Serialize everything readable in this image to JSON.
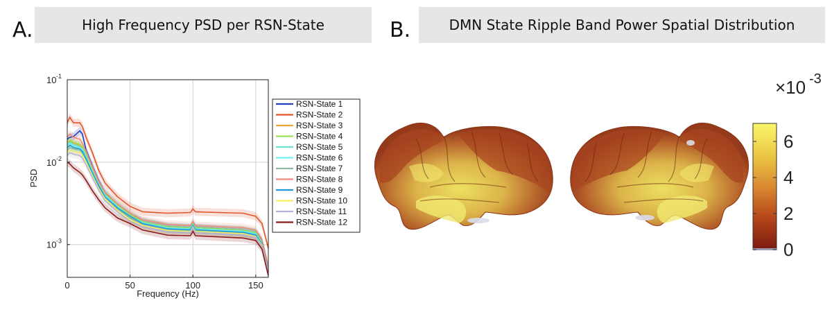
{
  "panels": {
    "a": {
      "letter": "A.",
      "title": "High Frequency PSD per RSN-State"
    },
    "b": {
      "letter": "B.",
      "title": "DMN State Ripple Band Power Spatial Distribution"
    }
  },
  "chart_data": [
    {
      "type": "line",
      "title": "High Frequency PSD per RSN-State",
      "xlabel": "Frequency (Hz)",
      "ylabel": "PSD",
      "xlim": [
        0,
        160
      ],
      "ylim": [
        0.0004,
        0.1
      ],
      "yscale": "log",
      "grid": true,
      "legend": "right, outside",
      "xticks": [
        0,
        50,
        100,
        150
      ],
      "xtick_labels": [
        "0",
        "50",
        "100",
        "150"
      ],
      "yticks": [
        0.001,
        0.01,
        0.1
      ],
      "ytick_labels": [
        {
          "base": "10",
          "exp": "-3"
        },
        {
          "base": "10",
          "exp": "-2"
        },
        {
          "base": "10",
          "exp": "-1"
        }
      ],
      "x": [
        0,
        2,
        5,
        10,
        12,
        15,
        20,
        25,
        30,
        40,
        50,
        60,
        80,
        98,
        100,
        102,
        120,
        140,
        150,
        155,
        160
      ],
      "series": [
        {
          "name": "RSN-State 1",
          "color": "#1f3fbf",
          "values": [
            0.019,
            0.02,
            0.0205,
            0.024,
            0.022,
            0.014,
            0.009,
            0.006,
            0.0043,
            0.003,
            0.0023,
            0.0019,
            0.00165,
            0.0016,
            0.0018,
            0.0016,
            0.00155,
            0.0015,
            0.0014,
            0.0011,
            0.0005
          ]
        },
        {
          "name": "RSN-State 2",
          "color": "#e0552a",
          "values": [
            0.03,
            0.035,
            0.03,
            0.03,
            0.027,
            0.02,
            0.013,
            0.008,
            0.0056,
            0.0038,
            0.0029,
            0.0025,
            0.0024,
            0.00245,
            0.0027,
            0.0025,
            0.00245,
            0.0024,
            0.0022,
            0.0018,
            0.0009
          ]
        },
        {
          "name": "RSN-State 3",
          "color": "#eda534",
          "values": [
            0.017,
            0.018,
            0.017,
            0.016,
            0.015,
            0.012,
            0.008,
            0.0055,
            0.004,
            0.0029,
            0.0022,
            0.00185,
            0.0016,
            0.00155,
            0.00175,
            0.00155,
            0.0015,
            0.00145,
            0.00135,
            0.00105,
            0.0005
          ]
        },
        {
          "name": "RSN-State 4",
          "color": "#9ae05a",
          "values": [
            0.0175,
            0.0185,
            0.0175,
            0.0165,
            0.0155,
            0.0125,
            0.0082,
            0.0056,
            0.0041,
            0.003,
            0.0023,
            0.0019,
            0.00165,
            0.0016,
            0.0018,
            0.0016,
            0.00155,
            0.0015,
            0.0014,
            0.00108,
            0.0005
          ]
        },
        {
          "name": "RSN-State 5",
          "color": "#6fe0d0",
          "values": [
            0.0165,
            0.0175,
            0.0165,
            0.0155,
            0.0145,
            0.0118,
            0.0078,
            0.0054,
            0.004,
            0.0029,
            0.0022,
            0.00185,
            0.0016,
            0.00156,
            0.00176,
            0.00156,
            0.00151,
            0.00146,
            0.00136,
            0.00106,
            0.0005
          ]
        },
        {
          "name": "RSN-State 6",
          "color": "#6ff0f0",
          "values": [
            0.016,
            0.017,
            0.016,
            0.015,
            0.014,
            0.0115,
            0.0076,
            0.0053,
            0.0039,
            0.0029,
            0.0022,
            0.00183,
            0.00158,
            0.00154,
            0.00174,
            0.00154,
            0.00149,
            0.00144,
            0.00134,
            0.00104,
            0.0005
          ]
        },
        {
          "name": "RSN-State 7",
          "color": "#8fb8a0",
          "values": [
            0.014,
            0.015,
            0.0145,
            0.014,
            0.013,
            0.0105,
            0.0072,
            0.005,
            0.0037,
            0.0027,
            0.0021,
            0.00175,
            0.00152,
            0.00148,
            0.00168,
            0.00148,
            0.00143,
            0.00138,
            0.00128,
            0.001,
            0.00048
          ]
        },
        {
          "name": "RSN-State 8",
          "color": "#f08a7a",
          "values": [
            0.02,
            0.022,
            0.02,
            0.019,
            0.017,
            0.0135,
            0.0088,
            0.0059,
            0.0043,
            0.0031,
            0.0024,
            0.002,
            0.00175,
            0.0017,
            0.0019,
            0.0017,
            0.00165,
            0.0016,
            0.0015,
            0.00115,
            0.00055
          ]
        },
        {
          "name": "RSN-State 9",
          "color": "#1f9ad6",
          "values": [
            0.015,
            0.016,
            0.015,
            0.0145,
            0.0135,
            0.011,
            0.0074,
            0.0052,
            0.0038,
            0.0028,
            0.0022,
            0.0018,
            0.00155,
            0.00151,
            0.00171,
            0.00151,
            0.00146,
            0.00141,
            0.00131,
            0.00102,
            0.00049
          ]
        },
        {
          "name": "RSN-State 10",
          "color": "#f5f060",
          "values": [
            0.013,
            0.014,
            0.0135,
            0.013,
            0.0122,
            0.01,
            0.0069,
            0.0048,
            0.0036,
            0.0026,
            0.002,
            0.0017,
            0.00148,
            0.00144,
            0.00164,
            0.00144,
            0.0014,
            0.00135,
            0.00125,
            0.00098,
            0.00047
          ]
        },
        {
          "name": "RSN-State 11",
          "color": "#b0b0d8",
          "values": [
            0.012,
            0.013,
            0.0125,
            0.012,
            0.0112,
            0.0093,
            0.0065,
            0.0046,
            0.0034,
            0.0025,
            0.0019,
            0.00165,
            0.00143,
            0.0014,
            0.0016,
            0.0014,
            0.00136,
            0.00131,
            0.00122,
            0.00095,
            0.00046
          ]
        },
        {
          "name": "RSN-State 12",
          "color": "#8b1a1a",
          "values": [
            0.01,
            0.0095,
            0.0085,
            0.0075,
            0.007,
            0.006,
            0.0045,
            0.0035,
            0.0028,
            0.0021,
            0.0018,
            0.0015,
            0.0013,
            0.00128,
            0.00145,
            0.00128,
            0.00124,
            0.0012,
            0.00112,
            0.00088,
            0.00042
          ]
        }
      ]
    },
    {
      "type": "heatmap",
      "title": "DMN State Ripple Band Power Spatial Distribution",
      "colorbar": {
        "multiplier_base": "×10",
        "multiplier_exp": "-3",
        "min": 0,
        "max": 7,
        "ticks": [
          0,
          2,
          4,
          6
        ],
        "tick_labels": [
          "0",
          "2",
          "4",
          "6"
        ],
        "colors": [
          "#7a1a10",
          "#b5461a",
          "#d98a30",
          "#ecc845",
          "#fbf56a"
        ]
      }
    }
  ],
  "brain_views": [
    {
      "name": "left-lateral-view"
    },
    {
      "name": "right-lateral-view"
    }
  ]
}
